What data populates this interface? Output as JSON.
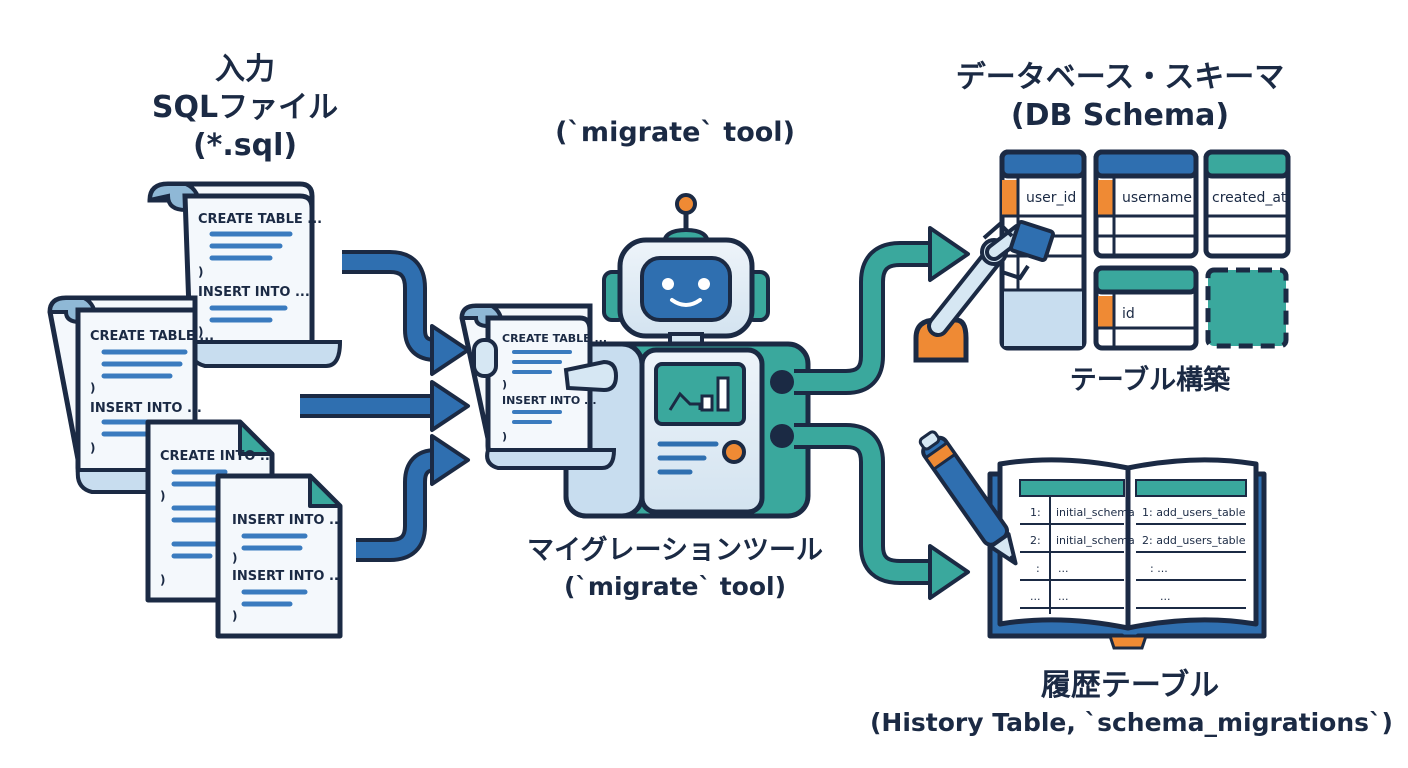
{
  "input": {
    "title_line1": "入力",
    "title_line2": "SQLファイル",
    "title_line3": "(*.sql)",
    "doc_snippets": {
      "create_table": "CREATE TABLE ...",
      "insert_into": "INSERT INTO ...",
      "create_into": "CREATE INTO ...",
      "paren": ")"
    }
  },
  "tool": {
    "top_label": "(`migrate` tool)",
    "name": "マイグレーションツール",
    "sub": "(`migrate` tool)",
    "scroll_create": "CREATE TABLE ...",
    "scroll_insert": "INSERT INTO ...",
    "scroll_paren": ")"
  },
  "schema": {
    "title": "データベース・スキーマ",
    "subtitle": "(DB Schema)",
    "columns": [
      "user_id",
      "username",
      "created_at",
      "id"
    ],
    "caption": "テーブル構築"
  },
  "history": {
    "title": "履歴テーブル",
    "subtitle": "(History Table, `schema_migrations`)",
    "rows": [
      {
        "left_num": "1:",
        "left_name": "initial_schema",
        "right": "1: add_users_table"
      },
      {
        "left_num": "2:",
        "left_name": "initial_schema",
        "right": "2: add_users_table"
      },
      {
        "left_num": ":",
        "left_name": "...",
        "right": ": ..."
      },
      {
        "left_num": "...",
        "left_name": "...",
        "right": "..."
      }
    ]
  },
  "colors": {
    "navy": "#1b2a44",
    "blue": "#2f6fb0",
    "teal": "#3aa89d",
    "orange": "#ef8a34",
    "light_blue": "#d6e7f3",
    "paper": "#f4f8fc"
  }
}
